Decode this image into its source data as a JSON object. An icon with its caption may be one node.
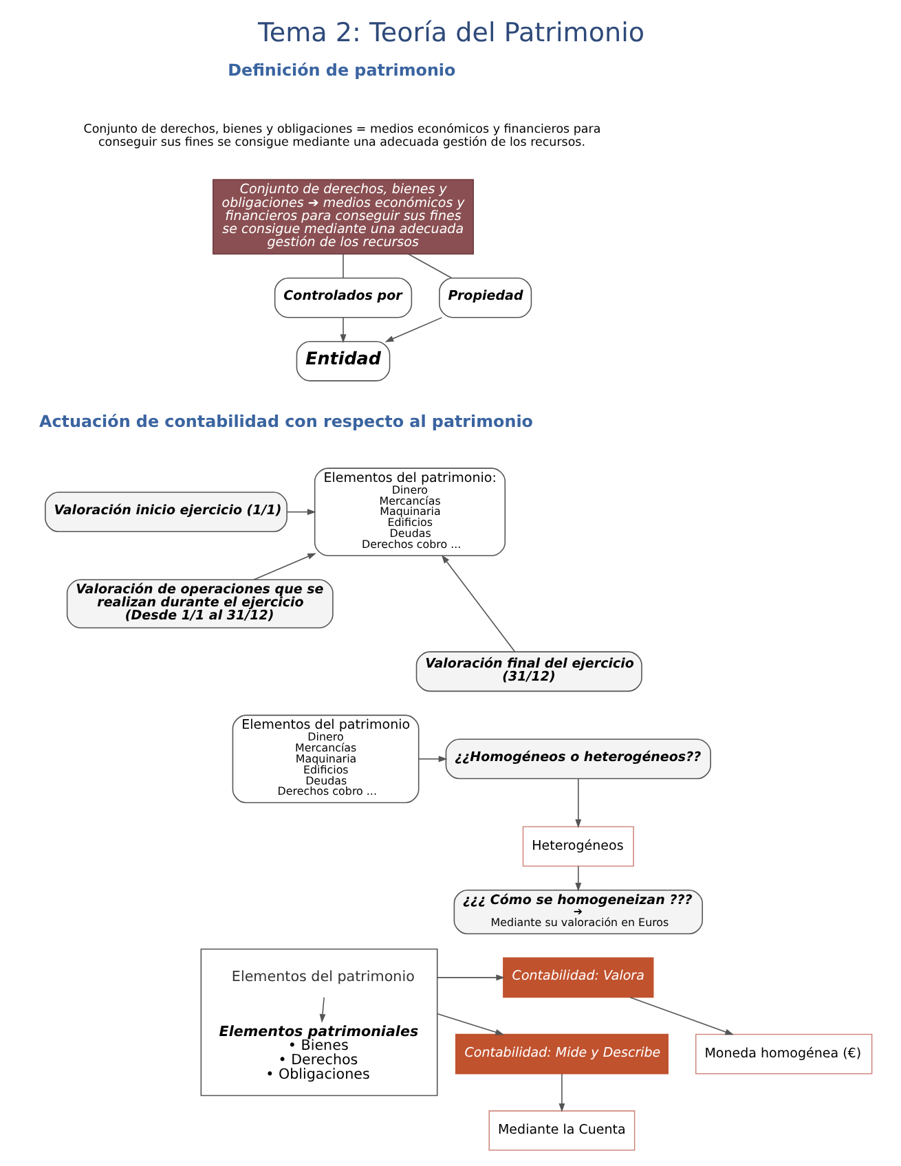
{
  "diagram": {
    "title": "Tema 2: Teoría del Patrimonio",
    "nodes": [
      {
        "text": [
          "Conjunto de derechos, bienes y obligaciones ➔ medios económicos y financieros para conseguir sus fines se consigue mediante una adecuada gestión de los recursos"
        ]
      },
      {
        "text": [
          "Propiedad"
        ]
      },
      {
        "text": [
          "Controlados por"
        ]
      },
      {
        "text": [
          "Entidad"
        ]
      },
      {
        "text": [
          "Valoración inicio ejercicio (1/1)"
        ]
      },
      {
        "text": [
          "Valoración de operaciones que se realizan durante el ejercicio (Desde 1/1 al 31/12)"
        ]
      },
      {
        "text": [
          "Valoración final del ejercicio (31/12)"
        ]
      },
      {
        "text": [
          "Elementos del patrimonio:",
          "Dinero",
          "Mercancías",
          "Maquinaria",
          "Edificios",
          "Deudas",
          "Derechos cobro ..."
        ]
      },
      {
        "text": [
          "¿¿Homogéneos o heterogéneos??"
        ]
      },
      {
        "text": [
          "Heterogéneos"
        ]
      },
      {
        "text": [
          "¿¿¿ Cómo se homogeneizan ???",
          "➔",
          "Mediante su valoración en Euros"
        ]
      },
      {
        "text": [
          "Elementos del patrimonio",
          "Dinero",
          "Mercancías",
          "Maquinaria",
          "Edificios",
          "Deudas",
          "Derechos cobro ..."
        ]
      },
      {
        "text": [
          "Contabilidad: Valora"
        ]
      },
      {
        "text": [
          "Moneda homogénea (€)"
        ]
      },
      {
        "text": [
          "Contabilidad: Mide y Describe"
        ]
      },
      {
        "text": [
          "Mediante la Cuenta"
        ]
      },
      {
        "text": [],
        "shape": "box"
      },
      {
        "text": [
          "Elementos del patrimonio"
        ],
        "in": 16
      },
      {
        "text": [
          "Elementos patrimoniales",
          "• Bienes",
          "• Derechos",
          "• Obligaciones"
        ],
        "in": 16
      }
    ],
    "edges": [
      {
        "from": 0,
        "to": 1,
        "arrow": "none"
      },
      {
        "from": 0,
        "to": 2,
        "arrow": "none"
      },
      {
        "from": 1,
        "to": 3,
        "arrow": "to"
      },
      {
        "from": 2,
        "to": 3,
        "arrow": "to"
      },
      {
        "from": 4,
        "to": 7,
        "arrow": "to"
      },
      {
        "from": 5,
        "to": 7,
        "arrow": "to"
      },
      {
        "from": 6,
        "to": 7,
        "arrow": "to"
      },
      {
        "from": 8,
        "to": 9,
        "arrow": "to"
      },
      {
        "from": 9,
        "to": 10,
        "arrow": "to"
      },
      {
        "from": 11,
        "to": 8,
        "arrow": "to"
      },
      {
        "from": 12,
        "to": 13,
        "arrow": "to"
      },
      {
        "from": 14,
        "to": 15,
        "arrow": "to"
      },
      {
        "from": 16,
        "to": 12,
        "arrow": "to"
      },
      {
        "from": 16,
        "to": 14,
        "arrow": "to"
      },
      {
        "from": 17,
        "to": 18,
        "arrow": "to"
      }
    ],
    "labels": [
      "Definición de patrimonio",
      "Conjunto de derechos, bienes y obligaciones = medios económicos y financieros para conseguir sus fines se consigue mediante una adecuada gestión de los recursos.",
      "Actuación de contabilidad con respecto al patrimonio"
    ]
  }
}
